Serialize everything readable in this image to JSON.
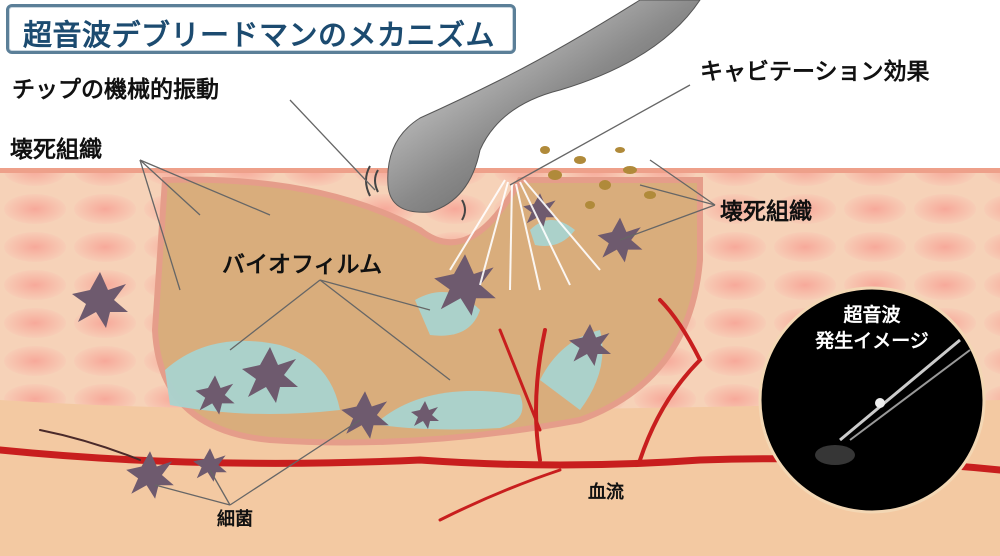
{
  "title": "超音波デブリードマンのメカニズム",
  "labels": {
    "tip_vibration": "チップの機械的振動",
    "cavitation": "キャビテーション効果",
    "necrotic_left": "壊死組織",
    "necrotic_right": "壊死組織",
    "biofilm": "バイオフィルム",
    "bacteria": "細菌",
    "blood_flow": "血流"
  },
  "inset": {
    "line1": "超音波",
    "line2": "発生イメージ"
  },
  "colors": {
    "title_text": "#1c4b70",
    "title_border": "#5b7f98",
    "skin_cells": "#f2b9a0",
    "dermis": "#f3c9a2",
    "necrotic": "#d9ad7c",
    "biofilm": "#a9d3cf",
    "bacteria": "#6e5a6e",
    "blood_vessel": "#c81e1e",
    "inset_bg": "#000000"
  }
}
